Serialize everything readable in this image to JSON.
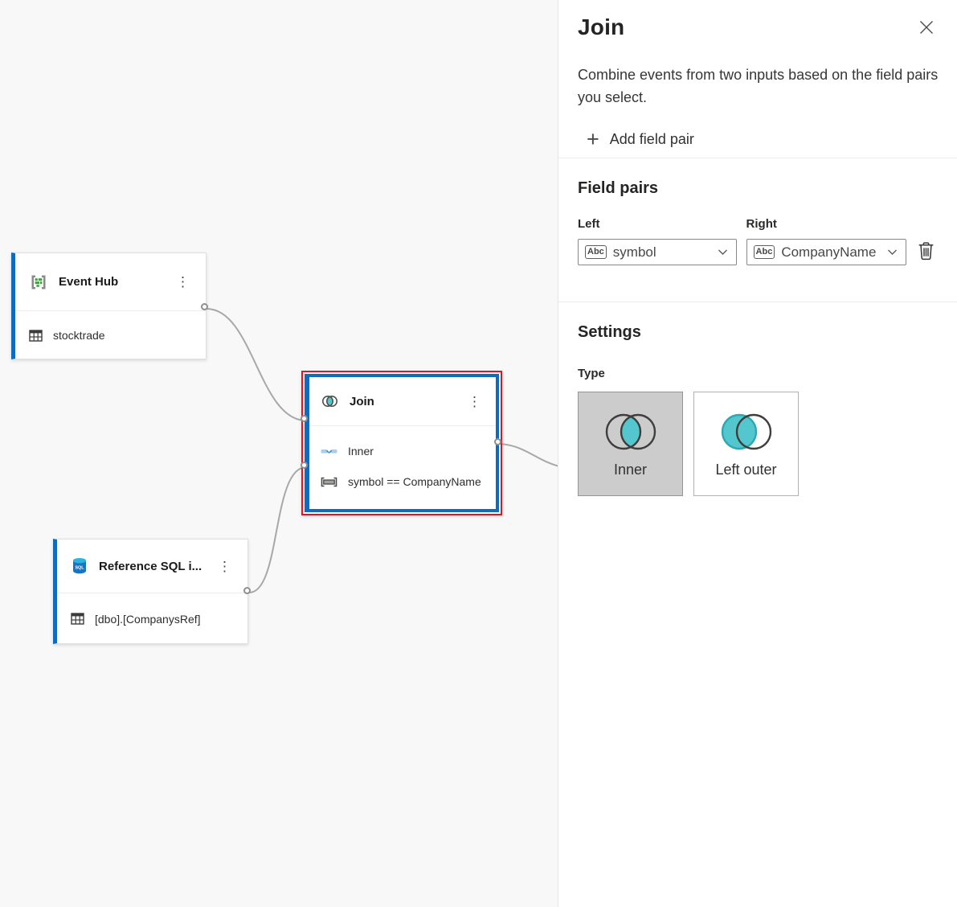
{
  "canvas": {
    "event_hub": {
      "title": "Event Hub",
      "table": "stocktrade",
      "menu_icon": "⋮"
    },
    "join_node": {
      "title": "Join",
      "join_type": "Inner",
      "condition": "symbol == CompanyName",
      "menu_icon": "⋮"
    },
    "reference_sql": {
      "title": "Reference SQL i...",
      "table": "[dbo].[CompanysRef]",
      "menu_icon": "⋮"
    }
  },
  "panel": {
    "title": "Join",
    "description": "Combine events from two inputs based on the field pairs you select.",
    "add_field_pair": {
      "plus_icon": "+",
      "label": "Add field pair"
    },
    "field_pairs": {
      "heading": "Field pairs",
      "left_label": "Left",
      "right_label": "Right",
      "left_value": "symbol",
      "right_value": "CompanyName",
      "field_type_badge": "Abc"
    },
    "settings": {
      "heading": "Settings",
      "type_label": "Type",
      "type_options": [
        {
          "label": "Inner",
          "selected": true
        },
        {
          "label": "Left outer",
          "selected": false
        }
      ]
    }
  },
  "colors": {
    "accent-blue": "#0f6cbd",
    "selection-red": "#e81123",
    "join-teal": "#53c6ce",
    "connector-gray": "#a8a8a8",
    "eventhub-green": "#459b45",
    "sql-blue": "#1574c4",
    "sql-teal": "#2cb5dc"
  }
}
